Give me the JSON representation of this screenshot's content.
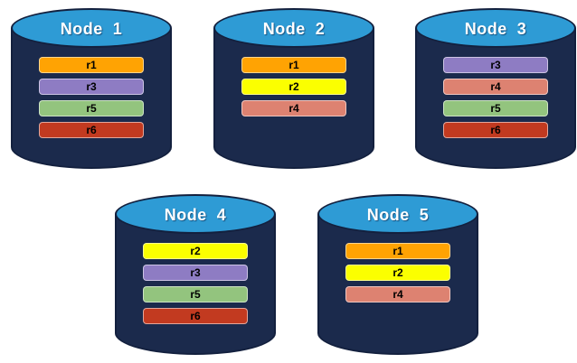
{
  "canvas": {
    "background": "#ffffff"
  },
  "palette": {
    "cylinder_body": "#1B2A4C",
    "cylinder_outline": "#13203E",
    "cylinder_top": "#2E9BD5",
    "title_color": "#FFFFFF",
    "replica_label_color": "#000000",
    "replica_colors": {
      "r1": "#FFA303",
      "r2": "#FBFF00",
      "r3": "#8E7CC3",
      "r4": "#DD8271",
      "r5": "#93C47E",
      "r6": "#C23A20"
    }
  },
  "nodes": [
    {
      "label": "Node  1",
      "replicas": [
        "r1",
        "r3",
        "r5",
        "r6"
      ]
    },
    {
      "label": "Node  2",
      "replicas": [
        "r1",
        "r2",
        "r4"
      ]
    },
    {
      "label": "Node  3",
      "replicas": [
        "r3",
        "r4",
        "r5",
        "r6"
      ]
    },
    {
      "label": "Node  4",
      "replicas": [
        "r2",
        "r3",
        "r5",
        "r6"
      ]
    },
    {
      "label": "Node  5",
      "replicas": [
        "r1",
        "r2",
        "r4"
      ]
    }
  ]
}
